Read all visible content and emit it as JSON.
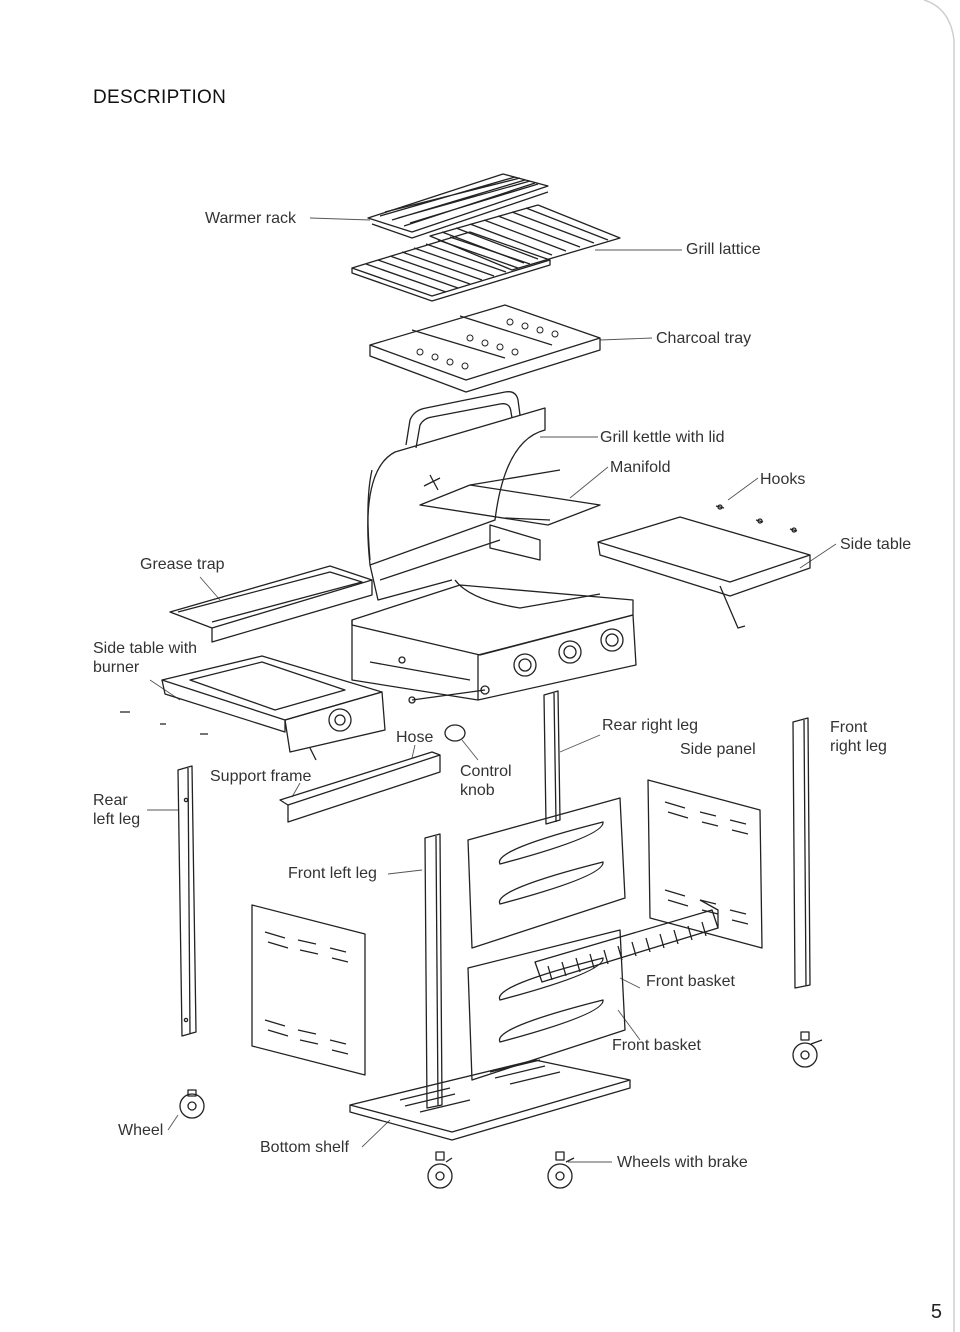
{
  "heading": "DESCRIPTION",
  "page_number": "5",
  "labels": {
    "warmer_rack": "Warmer rack",
    "grill_lattice": "Grill lattice",
    "charcoal_tray": "Charcoal tray",
    "grill_kettle": "Grill kettle with lid",
    "manifold": "Manifold",
    "hooks": "Hooks",
    "grease_trap": "Grease trap",
    "side_table": "Side table",
    "side_table_burner": "Side table with\nburner",
    "hose": "Hose",
    "rear_left_leg": "Rear\nleft leg",
    "support_frame": "Support frame",
    "control_knob": "Control\nknob",
    "rear_right_leg": "Rear right leg",
    "side_panel": "Side panel",
    "front_right_leg": "Front\nright leg",
    "front_left_leg": "Front left leg",
    "front_basket_1": "Front basket",
    "front_basket_2": "Front basket",
    "wheel": "Wheel",
    "bottom_shelf": "Bottom shelf",
    "wheels_with_brake": "Wheels with brake"
  }
}
